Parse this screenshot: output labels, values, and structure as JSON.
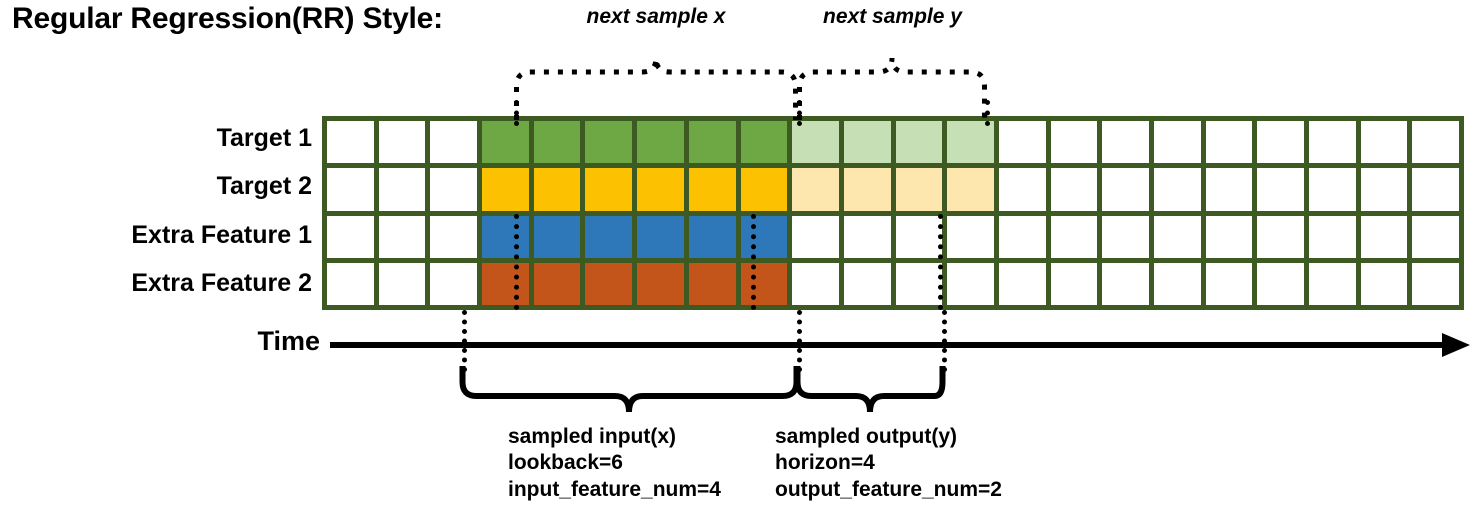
{
  "title": "Regular Regression(RR) Style:",
  "rows": [
    {
      "label": "Target 1",
      "color_name": "green",
      "color": "#6ea844",
      "light_color": "#c6dfb4"
    },
    {
      "label": "Target 2",
      "color_name": "yellow",
      "color": "#fcc201",
      "light_color": "#fde7af"
    },
    {
      "label": "Extra Feature 1",
      "color_name": "blue",
      "color": "#2e78b9",
      "light_color": "#ffffff"
    },
    {
      "label": "Extra Feature 2",
      "color_name": "orange",
      "color": "#c4551a",
      "light_color": "#ffffff"
    }
  ],
  "grid": {
    "total_columns": 22,
    "leading_blank_columns": 3,
    "input_columns": 6,
    "output_columns": 4,
    "trailing_blank_columns": 9,
    "border_color": "#3d5a22",
    "blank_cell_color": "#ffffff",
    "cell_fill": [
      [
        "blank",
        "blank",
        "blank",
        "full",
        "full",
        "full",
        "full",
        "full",
        "full",
        "light",
        "light",
        "light",
        "light",
        "blank",
        "blank",
        "blank",
        "blank",
        "blank",
        "blank",
        "blank",
        "blank",
        "blank"
      ],
      [
        "blank",
        "blank",
        "blank",
        "full",
        "full",
        "full",
        "full",
        "full",
        "full",
        "light",
        "light",
        "light",
        "light",
        "blank",
        "blank",
        "blank",
        "blank",
        "blank",
        "blank",
        "blank",
        "blank",
        "blank"
      ],
      [
        "blank",
        "blank",
        "blank",
        "full",
        "full",
        "full",
        "full",
        "full",
        "full",
        "blank",
        "blank",
        "blank",
        "blank",
        "blank",
        "blank",
        "blank",
        "blank",
        "blank",
        "blank",
        "blank",
        "blank",
        "blank"
      ],
      [
        "blank",
        "blank",
        "blank",
        "full",
        "full",
        "full",
        "full",
        "full",
        "full",
        "blank",
        "blank",
        "blank",
        "blank",
        "blank",
        "blank",
        "blank",
        "blank",
        "blank",
        "blank",
        "blank",
        "blank",
        "blank"
      ]
    ]
  },
  "top_braces": [
    {
      "label": "next sample x"
    },
    {
      "label": "next sample y"
    }
  ],
  "time_axis": {
    "label": "Time"
  },
  "bottom_braces": [
    {
      "caption_lines": [
        "sampled input(x)",
        "lookback=6",
        "input_feature_num=4"
      ]
    },
    {
      "caption_lines": [
        "sampled output(y)",
        "horizon=4",
        "output_feature_num=2"
      ]
    }
  ]
}
